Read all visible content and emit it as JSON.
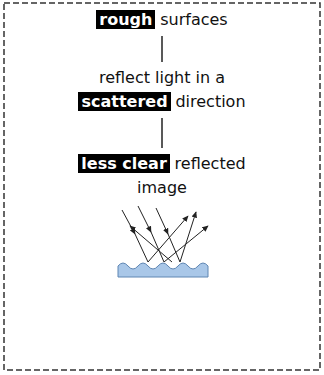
{
  "diagram": {
    "nodes": [
      {
        "text": [
          "rough",
          "surfaces"
        ]
      },
      {
        "text": [
          "reflect light in a",
          "scattered",
          "direction"
        ]
      },
      {
        "text": [
          "less clear",
          "reflected image"
        ]
      }
    ],
    "edges": [
      {
        "from": 0,
        "to": 1,
        "arrow": "none"
      },
      {
        "from": 1,
        "to": 2,
        "arrow": "none"
      }
    ]
  }
}
